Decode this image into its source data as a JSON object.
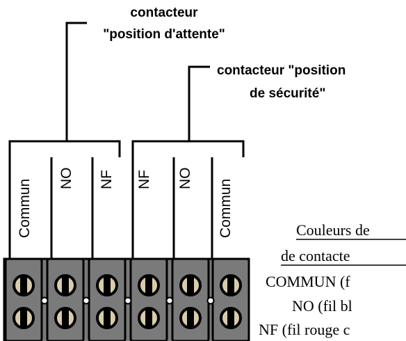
{
  "diagram": {
    "label_attente_line1": "contacteur",
    "label_attente_line2": "\"position d'attente\"",
    "label_securite_line1": "contacteur \"position",
    "label_securite_line2": "de sécurité\"",
    "wires": [
      "Commun",
      "NO",
      "NF",
      "NF",
      "NO",
      "Commun"
    ]
  },
  "legend": {
    "title_line1": "Couleurs de",
    "title_line2": "de contacte",
    "line3": "COMMUN (f",
    "line4": "NO (fil bl",
    "line5": "NF (fil rouge c"
  },
  "colors": {
    "terminal_body": "#7a7a7a",
    "screw_head": "#d9ccaa",
    "ink": "#000000"
  }
}
